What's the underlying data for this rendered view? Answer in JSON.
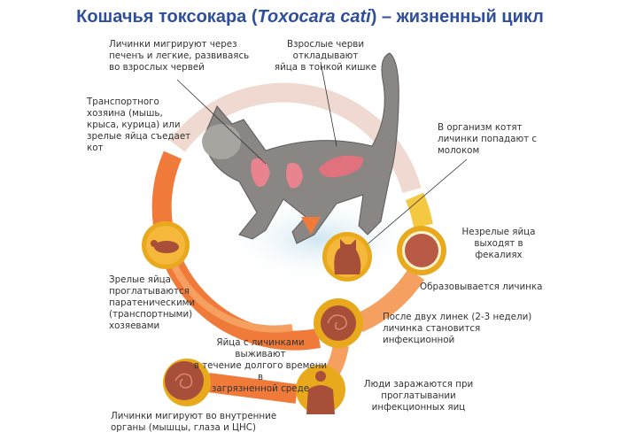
{
  "title": {
    "prefix": "Кошачья токсокара (",
    "latin": "Toxocara cati",
    "suffix": ") – жизненный цикл"
  },
  "labels": {
    "larvae_migrate_liver_lungs": "Личинки мигрируют через\nпеченъ и легкие, развиваясь\nво взрослых червей",
    "adults_lay_eggs": "Взрослые черви откладывают\nяйца в тонкой кишке",
    "transport_host_eaten": "Транспортного\nхозяина (мышь,\nкрыса, курица) или\nзрелые яйца съедает\nкот",
    "kittens_milk": "В организм котят\nличинки попадают с\nмолоком",
    "immature_eggs_feces": "Незрелые яйца\nвыходят в фекалиях",
    "larva_forms": "Образовывается личинка",
    "after_two_molts": "После двух линек (2-3 недели)\nличинка становится\nинфекционной",
    "paratenic_hosts": "Зрелые яйца\nпроглатываются\nпаратеническими\n(транспортными)\nхозяевами",
    "eggs_survive": "Яйца с личинками выживают\nв течение долгого времени в\nзагрязненной среде",
    "humans_infected": "Люди заражаются при\nпроглатывании инфекционных яиц",
    "larvae_internal_organs": "Личинки мигируют во внутренние\nорганы (мышцы, глаза и ЦНС)"
  },
  "colors": {
    "title": "#2f4f9d",
    "ring_top": "#efd9d0",
    "ring_orange": "#f07a3a",
    "ring_light": "#f5a060",
    "yellow": "#f5c842",
    "gold": "#e9a91d",
    "brown": "#a84f3a"
  }
}
